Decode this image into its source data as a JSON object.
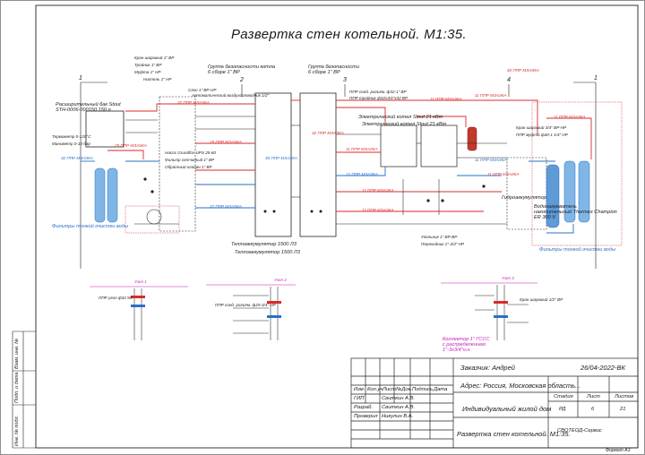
{
  "title": "Развертка стен котельной. М1:35.",
  "markers": [
    "1",
    "2",
    "3",
    "4",
    "1"
  ],
  "equipment": {
    "tank_left": "Расширительный бак Stout\nSTH-0006-000150 150 л",
    "safety_group_1": "Группа безопасности котла\n6 сборе 1\" ВР",
    "safety_group_2": "Группа безопасности\n6 сборе 1\" ВР",
    "boiler_1": "Электрический котел Stout 21 кВт",
    "boiler_2": "Электрический котел Stout 21 кВт",
    "heat_acc_1": "Теплоаккумулятор 1500 Л3",
    "heat_acc_2": "Теплоаккумулятор 1500 Л3",
    "water_heater_label": "Водонагреватель\nнакопительный Thermex Champion\nER 300 V",
    "filters_left": "Фильтры тонкой очистки воды",
    "filters_right": "Фильтры тонкой очистки воды",
    "hydro_tank": "Гидроаккумулятор",
    "collector": "Коллектор 1\" ГССС\nс распределением\n1\"-3х3/4\"н.н.",
    "unit_1": "Узел 1",
    "unit_2": "Узел 2",
    "unit_3": "Узел 3"
  },
  "pipe_tags": {
    "red": [
      "32 ППР МЗАЭКА",
      "25 ППР МЗАЭКА",
      "25 ППР МЗАЭКА",
      "11 ППР МЗАЭКА",
      "11 ППР МЗАЭКА",
      "32 ППР МЗАЭКА",
      "11 ППР МЗАЭКА",
      "11 ППР МЗАЭКА",
      "40 ППР МЗАЭКА",
      "11 ППР МЗАЭКА",
      "11 ППР МЗАЭКА",
      "11 ППР МЗАЭКА"
    ],
    "blue": [
      "32 ППР МЗАЭКА",
      "40 ППР МЗАЭКА",
      "32 ППР МЗАЭКА",
      "12 ППР МЗАЭКА",
      "11 ППР МЗАЭКА"
    ]
  },
  "notes": [
    "Кран шаровый 1\" ВР",
    "Тройник 1\" ВР",
    "Муфта 1\" НР",
    "Ниппель 1\" НР",
    "Сгон 1\" ВР-НР",
    "ППР соед. разъём. ф32-1\" ВР",
    "ППР тройник ф32х3/4\"х32 ВР",
    "Автоматический воздухоотводчик 1/2\"",
    "Насос Grundfos UPS 25-60",
    "Фильтр сетчатый 1\" ВР",
    "Обратный клапан 1\" ВР",
    "Термометр 0-120°С",
    "Манометр 0-10 бар",
    "Кран шаровый 3/4\" ВР-НР",
    "ППР муфта ф40-1 1/4\" НР",
    "Угольник 1\" ВР-ВР",
    "Переходник 1\"-3/4\" НР",
    "ППР угол ф32 90°",
    "ППР соед. разъём. ф25-3/4\" НР",
    "Кран шаровый 1/2\" ВР"
  ],
  "stamp": {
    "customer": "Заказчик: Андрей",
    "date_code": "26/04-2022-ВК",
    "address": "Адрес: Россия, Московская область...",
    "object": "Индивидуальный жилой дом",
    "sheet_title": "Развертка стен котельной. М1:35.",
    "header_cols": [
      "Изм.",
      "Кол.уч",
      "Лист",
      "№Док.",
      "Подпись",
      "Дата"
    ],
    "roles": [
      {
        "role": "ГИП",
        "name": "Свиткин А.В."
      },
      {
        "role": "Разраб.",
        "name": "Свиткин А.В."
      },
      {
        "role": "Проверил",
        "name": "Никулин В.А."
      }
    ],
    "stage_cols": [
      "Стадия",
      "Лист",
      "Листов"
    ],
    "stage_vals": [
      "РД",
      "6",
      "21"
    ],
    "company": "СВОТЕОД-Сервис",
    "format": "Формат А3"
  },
  "side_labels": [
    "Инв. № подл.",
    "Подп. и дата",
    "Взам. инв. №"
  ],
  "colors": {
    "red": "#d92b2b",
    "blue": "#2a6fc9",
    "magenta": "#c21fb8",
    "ink": "#1a1a1a",
    "grid": "#888888"
  }
}
